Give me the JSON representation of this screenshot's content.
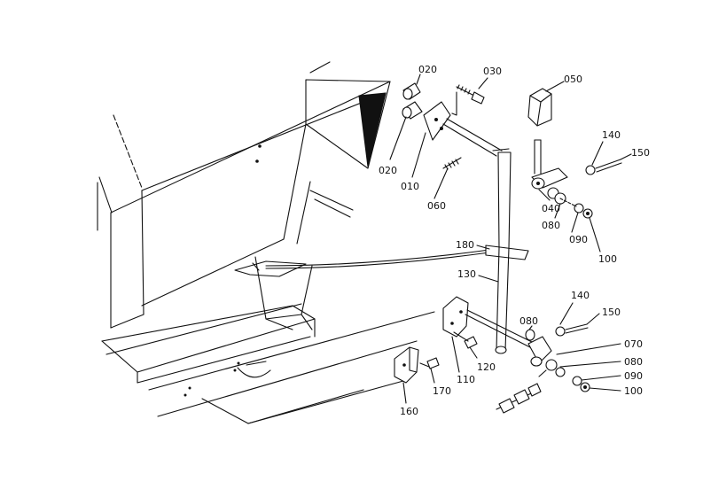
{
  "diagram": {
    "callouts": [
      {
        "id": "p020a",
        "label": "020"
      },
      {
        "id": "p030",
        "label": "030"
      },
      {
        "id": "p050",
        "label": "050"
      },
      {
        "id": "p020b",
        "label": "020"
      },
      {
        "id": "p010",
        "label": "010"
      },
      {
        "id": "p060",
        "label": "060"
      },
      {
        "id": "p140a",
        "label": "140"
      },
      {
        "id": "p150a",
        "label": "150"
      },
      {
        "id": "p040",
        "label": "040"
      },
      {
        "id": "p080a",
        "label": "080"
      },
      {
        "id": "p090a",
        "label": "090"
      },
      {
        "id": "p100a",
        "label": "100"
      },
      {
        "id": "p180",
        "label": "180"
      },
      {
        "id": "p130",
        "label": "130"
      },
      {
        "id": "p140b",
        "label": "140"
      },
      {
        "id": "p150b",
        "label": "150"
      },
      {
        "id": "p080b",
        "label": "080"
      },
      {
        "id": "p070",
        "label": "070"
      },
      {
        "id": "p080c",
        "label": "080"
      },
      {
        "id": "p090b",
        "label": "090"
      },
      {
        "id": "p100b",
        "label": "100"
      },
      {
        "id": "p120",
        "label": "120"
      },
      {
        "id": "p110",
        "label": "110"
      },
      {
        "id": "p170",
        "label": "170"
      },
      {
        "id": "p160",
        "label": "160"
      }
    ]
  }
}
